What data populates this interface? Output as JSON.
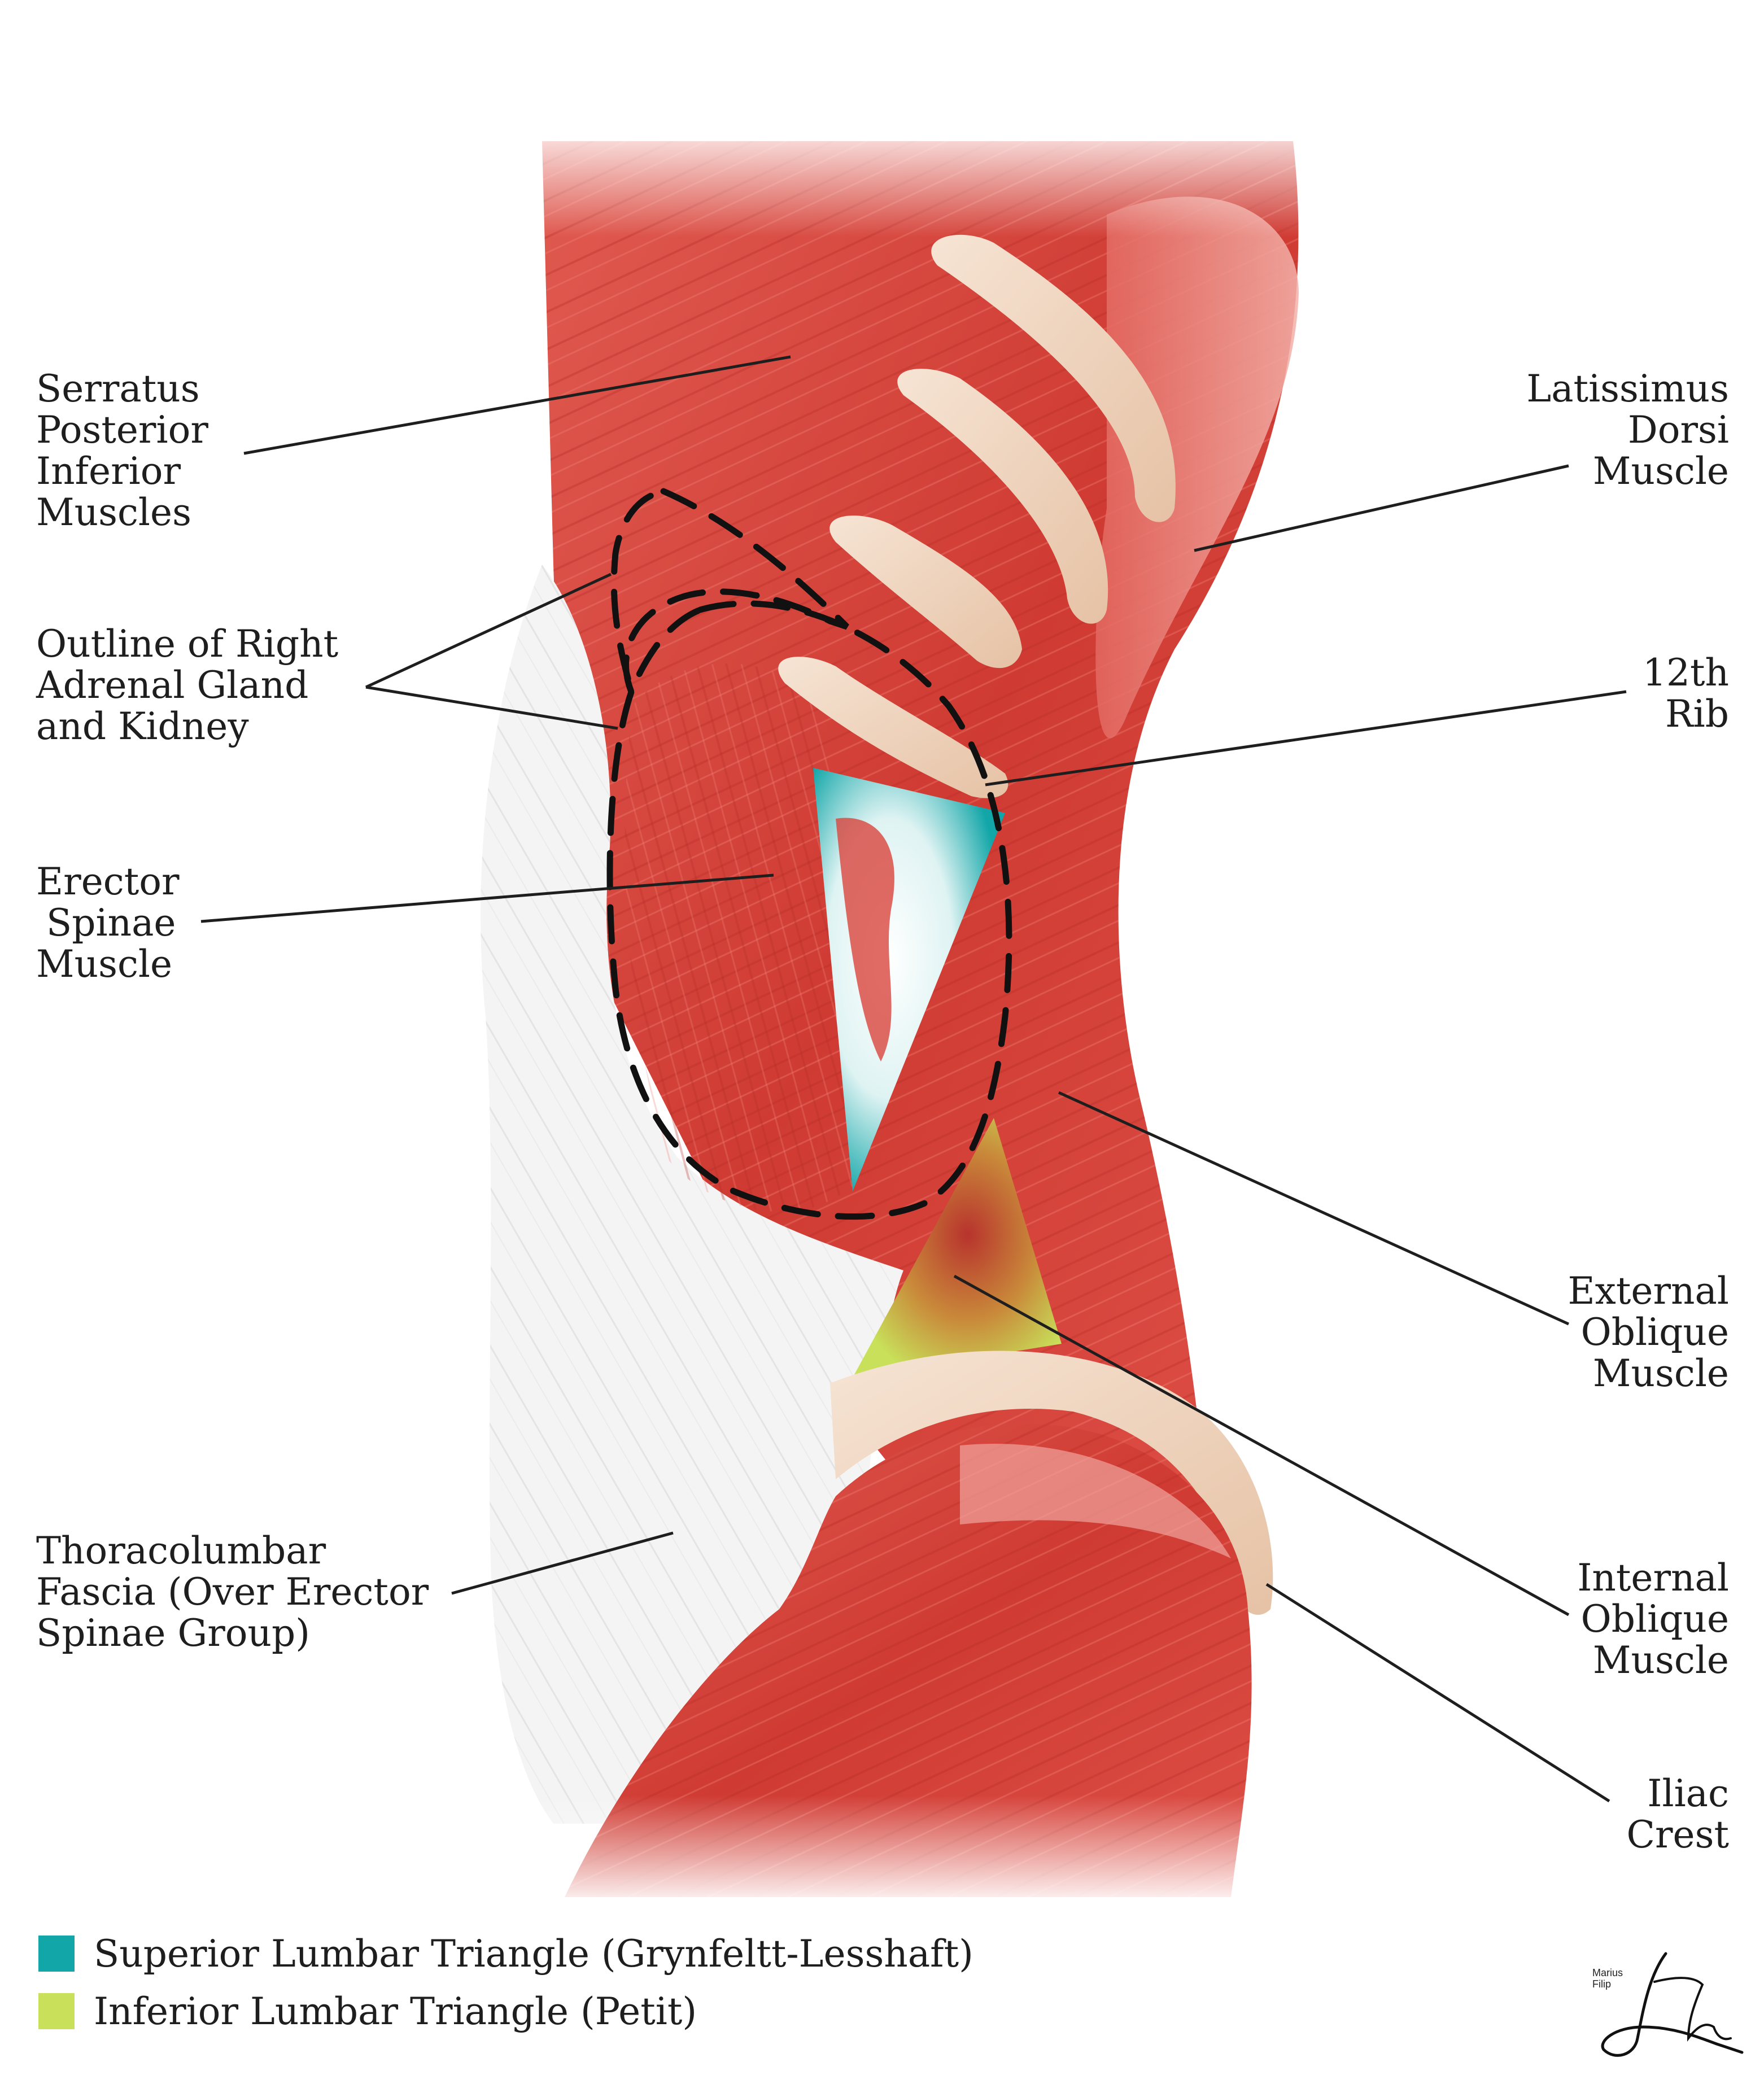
{
  "labels": {
    "serratus": [
      "Serratus",
      "Posterior",
      "Inferior",
      "Muscles"
    ],
    "adrenal": [
      "Outline of Right",
      "Adrenal Gland",
      "and Kidney"
    ],
    "erector": [
      "Erector",
      "Spinae",
      "Muscle"
    ],
    "thoracolumbar": [
      "Thoracolumbar",
      "Fascia (Over Erector",
      "Spinae Group)"
    ],
    "latissimus": [
      "Latissimus",
      "Dorsi",
      "Muscle"
    ],
    "rib12": [
      "12th",
      "Rib"
    ],
    "external_oblique": [
      "External",
      "Oblique",
      "Muscle"
    ],
    "internal_oblique": [
      "Internal",
      "Oblique",
      "Muscle"
    ],
    "iliac": [
      "Iliac",
      "Crest"
    ]
  },
  "legend": [
    {
      "label": "Superior Lumbar Triangle (Grynfeltt-Lesshaft)",
      "color": "#12a6a8"
    },
    {
      "label": "Inferior Lumbar Triangle (Petit)",
      "color": "#c8e05a"
    }
  ],
  "signature": {
    "text": "Marius Filip"
  },
  "colors": {
    "muscle": "#d9453d",
    "muscle_light": "#e8756c",
    "bone": "#f1d7c0",
    "fascia": "#f3f3f3",
    "superior_triangle": "#12a6a8",
    "inferior_triangle": "#c8e05a",
    "leader_line": "#1e1e1e"
  }
}
